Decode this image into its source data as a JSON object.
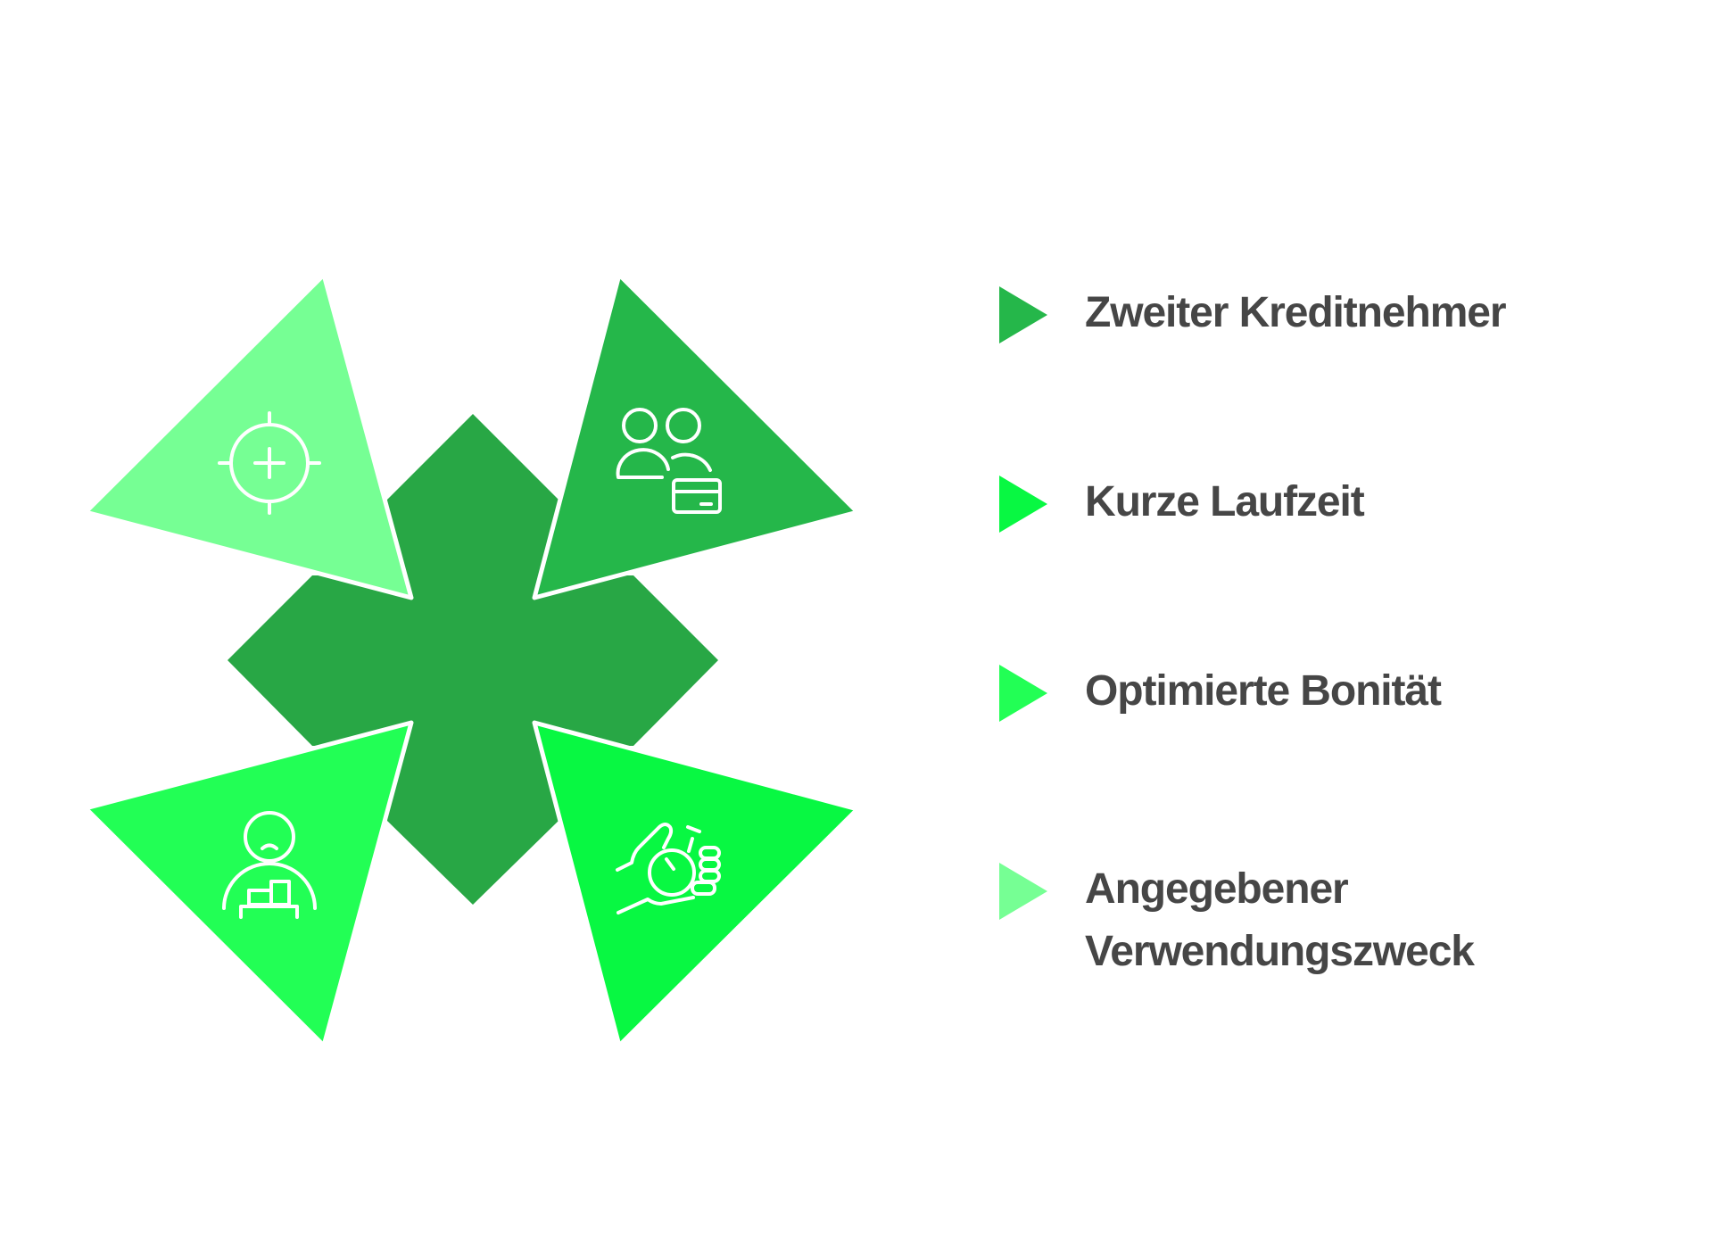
{
  "colors": {
    "center": "#28A745",
    "accent_dark": "#25B74A",
    "accent_bright": "#08F842",
    "accent_medium": "#22FF55",
    "accent_light": "#76FF94",
    "text": "#464646",
    "icon_stroke": "#FFFFFF"
  },
  "petals": [
    {
      "position": "top-left",
      "icon": "crosshair-target-icon",
      "color": "#76FF94"
    },
    {
      "position": "top-right",
      "icon": "two-people-credit-card-icon",
      "color": "#25B74A"
    },
    {
      "position": "bottom-left",
      "icon": "person-with-boxes-icon",
      "color": "#22FF55"
    },
    {
      "position": "bottom-right",
      "icon": "hand-holding-stopwatch-icon",
      "color": "#08F842"
    }
  ],
  "legend": [
    {
      "label": "Zweiter Kreditnehmer",
      "color": "#25B74A"
    },
    {
      "label": "Kurze Laufzeit",
      "color": "#08F842"
    },
    {
      "label": "Optimierte Bonität",
      "color": "#22FF55"
    },
    {
      "label": "Angegebener\nVerwendungszweck",
      "color": "#76FF94"
    }
  ]
}
